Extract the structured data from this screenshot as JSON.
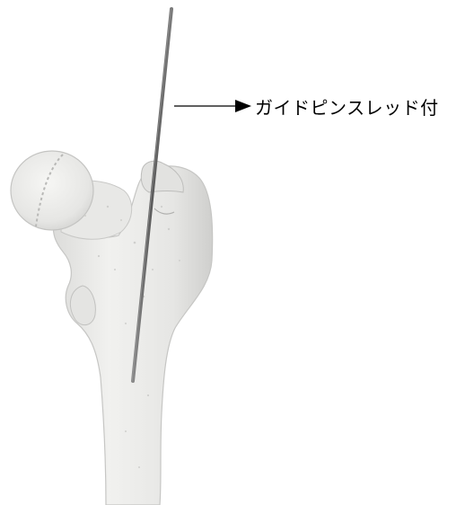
{
  "annotation": {
    "label": "ガイドピンスレッド付"
  },
  "icons": {
    "arrow": "arrow-right-icon",
    "bone": "femur-illustration",
    "pin": "guide-pin"
  },
  "colors": {
    "background": "#ffffff",
    "bone_fill": "#ececea",
    "bone_shadow": "#c8c8c6",
    "pin": "#6a6a6a",
    "arrow": "#000000"
  }
}
